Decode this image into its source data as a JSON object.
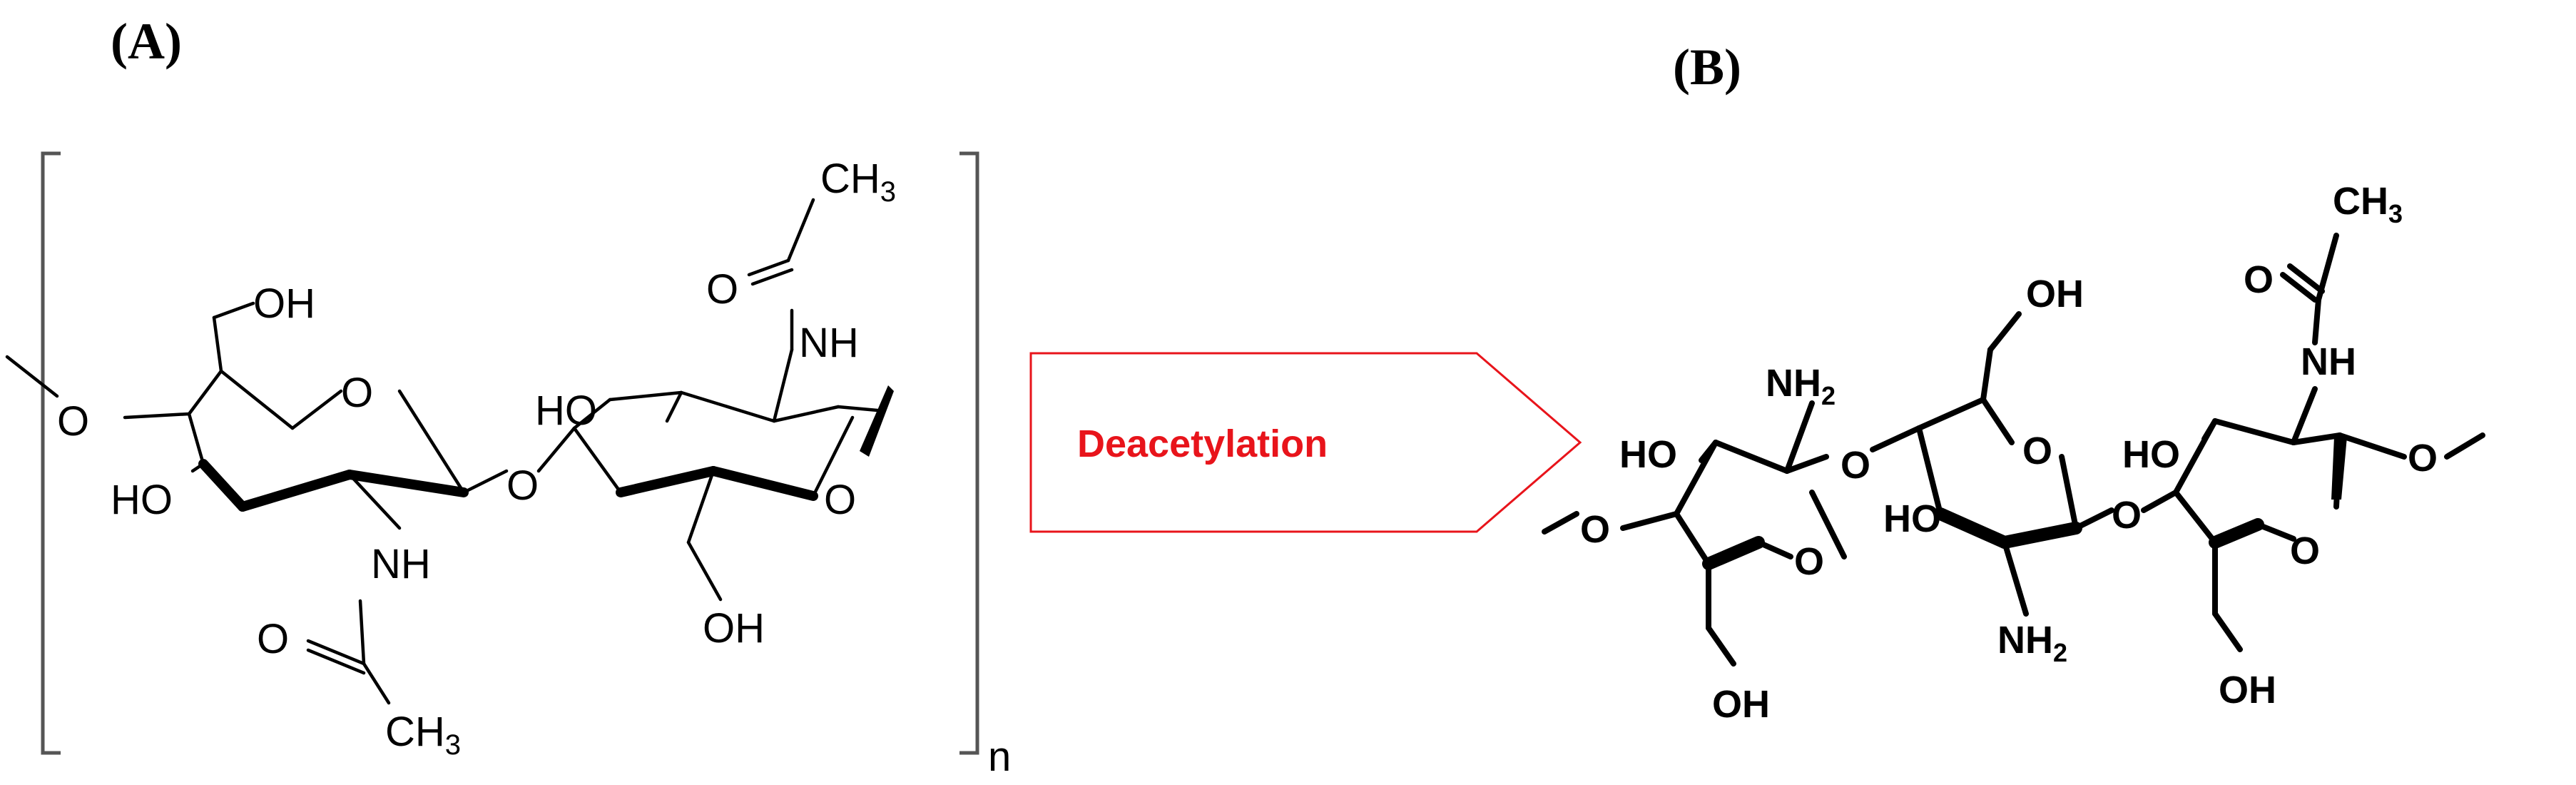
{
  "panels": {
    "a": {
      "label": "(A)",
      "repeat_subscript": "n"
    },
    "b": {
      "label": "(B)"
    }
  },
  "arrow": {
    "label": "Deacetylation",
    "text_color": "#e8141b",
    "outline_color": "#e8141b"
  },
  "chemistry": {
    "oh": "OH",
    "ho": "HO",
    "o": "O",
    "nh": "NH",
    "n": "N",
    "h": "H",
    "c": "C",
    "h3_sub": "3",
    "h2_sub": "2"
  }
}
